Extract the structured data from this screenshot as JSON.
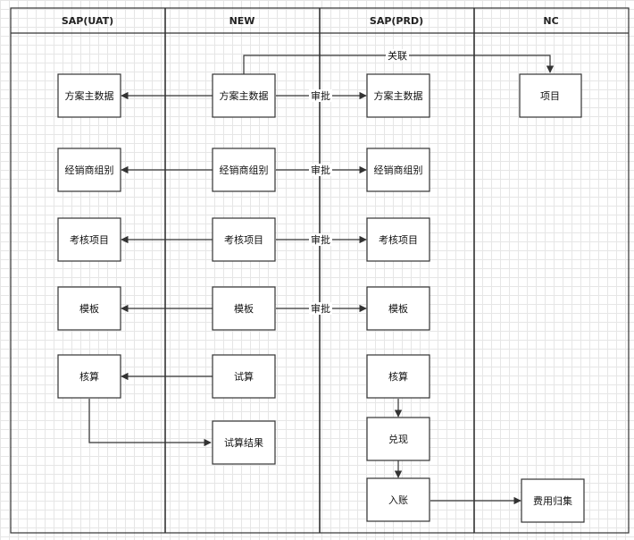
{
  "lanes": [
    {
      "id": "uat",
      "label": "SAP(UAT)"
    },
    {
      "id": "new",
      "label": "NEW"
    },
    {
      "id": "prd",
      "label": "SAP(PRD)"
    },
    {
      "id": "nc",
      "label": "NC"
    }
  ],
  "nodes": {
    "uat_scheme": "方案主数据",
    "uat_dealer": "经销商组别",
    "uat_kpi": "考核项目",
    "uat_template": "模板",
    "uat_accounting": "核算",
    "new_scheme": "方案主数据",
    "new_dealer": "经销商组别",
    "new_kpi": "考核项目",
    "new_template": "模板",
    "new_trial": "试算",
    "new_trial_result": "试算结果",
    "prd_scheme": "方案主数据",
    "prd_dealer": "经销商组别",
    "prd_kpi": "考核项目",
    "prd_template": "模板",
    "prd_accounting": "核算",
    "prd_redeem": "兑现",
    "prd_posting": "入账",
    "nc_project": "项目",
    "nc_expense": "费用归集"
  },
  "edge_labels": {
    "associate": "关联",
    "approve_1": "审批",
    "approve_2": "审批",
    "approve_3": "审批",
    "approve_4": "审批"
  },
  "colors": {
    "line": "#333333",
    "border": "#333333",
    "node_fill": "#ffffff"
  }
}
